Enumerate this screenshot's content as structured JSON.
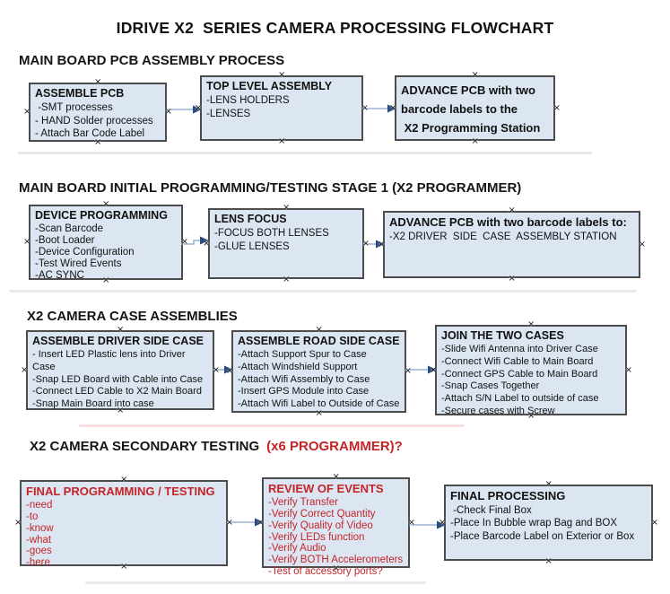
{
  "title": "IDRIVE X2  SERIES CAMERA PROCESSING FLOWCHART",
  "colors": {
    "box_fill": "#dce6f2",
    "box_border": "#4c4c4c",
    "red_text": "#c32428",
    "arrow_line": "#9bb2d6",
    "arrow_head": "#284a80"
  },
  "sections": [
    {
      "heading": "MAIN BOARD PCB ASSEMBLY PROCESS",
      "boxes": [
        {
          "title": "ASSEMBLE PCB",
          "items": [
            " -SMT processes",
            "- HAND Solder processes",
            "- Attach Bar Code Label"
          ]
        },
        {
          "title": "TOP LEVEL ASSEMBLY",
          "items": [
            "-LENS HOLDERS",
            "-LENSES"
          ]
        },
        {
          "title": "ADVANCE PCB with two barcode labels to the\n X2 Programming Station",
          "items": []
        }
      ]
    },
    {
      "heading": "MAIN BOARD INITIAL PROGRAMMING/TESTING STAGE 1 (X2 PROGRAMMER)",
      "boxes": [
        {
          "title": "DEVICE PROGRAMMING",
          "items": [
            "-Scan Barcode",
            "-Boot Loader",
            "-Device Configuration",
            "-Test Wired Events",
            "-AC SYNC"
          ]
        },
        {
          "title": "LENS FOCUS",
          "items": [
            "-FOCUS BOTH LENSES",
            "-GLUE LENSES"
          ]
        },
        {
          "title": "ADVANCE PCB with two barcode labels to:",
          "items": [
            "-X2 DRIVER  SIDE  CASE  ASSEMBLY STATION"
          ]
        }
      ]
    },
    {
      "heading": "X2 CAMERA CASE ASSEMBLIES",
      "boxes": [
        {
          "title": "ASSEMBLE DRIVER SIDE CASE",
          "items": [
            "- Insert LED Plastic lens into Driver Case",
            "-Snap LED Board with Cable into Case",
            "-Connect LED Cable to X2 Main Board",
            "-Snap Main Board into case"
          ]
        },
        {
          "title": "ASSEMBLE ROAD SIDE CASE",
          "items": [
            "-Attach Support Spur to Case",
            "-Attach Windshield Support",
            "-Attach Wifi Assembly to Case",
            "-Insert GPS Module into Case",
            "-Attach Wifi Label to Outside of Case"
          ]
        },
        {
          "title": "JOIN THE TWO CASES",
          "items": [
            "-Slide Wifi Antenna into Driver Case",
            "-Connect Wifi Cable to Main Board",
            "-Connect GPS Cable to Main Board",
            "-Snap Cases Together",
            "-Attach S/N Label to outside of case",
            "-Secure cases with Screw"
          ]
        }
      ]
    },
    {
      "heading": "X2 CAMERA SECONDARY TESTING",
      "heading_red": "(x6 PROGRAMMER)?",
      "boxes": [
        {
          "title": "FINAL PROGRAMMING / TESTING",
          "items": [
            "-need",
            "-to",
            "-know",
            "-what",
            "-goes",
            "-here"
          ]
        },
        {
          "title": "REVIEW OF EVENTS",
          "items": [
            "-Verify Transfer",
            "-Verify Correct Quantity",
            "-Verify Quality of Video",
            "-Verify LEDs function",
            "-Verify Audio",
            "-Verify BOTH Accelerometers",
            "-Test of accessory ports?"
          ]
        },
        {
          "title": "FINAL PROCESSING",
          "items": [
            " -Check Final Box",
            "-Place In Bubble wrap Bag and BOX",
            "-Place Barcode Label on Exterior or Box"
          ]
        }
      ]
    }
  ]
}
